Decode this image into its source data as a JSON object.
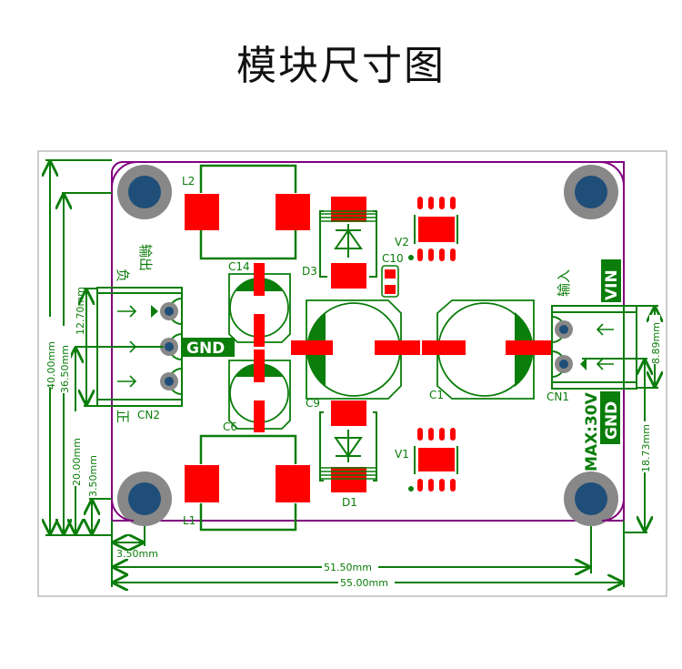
{
  "title": "模块尺寸图",
  "colors": {
    "silkscreen": "#0a7d0a",
    "pad": "#ff0000",
    "outline": "#800080",
    "hole_ring": "#888888",
    "hole_center": "#1f4e79",
    "frame": "#bbbbbb"
  },
  "board": {
    "width_mm": 55.0,
    "height_mm": 40.0
  },
  "dimensions": {
    "total_height": "40.00mm",
    "hole_to_hole_v": "36.50mm",
    "gnd_height": "20.00mm",
    "hole_offset_v": "3.50mm",
    "cn2_span": "12.70mm",
    "cn1_pitch": "8.89mm",
    "cn1_height": "18.73mm",
    "hole_offset_h": "3.50mm",
    "hole_to_hole_h": "51.50mm",
    "total_width": "55.00mm"
  },
  "components": {
    "L1": "L1",
    "L2": "L2",
    "C1": "C1",
    "C6": "C6",
    "C9": "C9",
    "C10": "C10",
    "C14": "C14",
    "D1": "D1",
    "D3": "D3",
    "V1": "V1",
    "V2": "V2",
    "CN1": "CN1",
    "CN2": "CN2"
  },
  "markings": {
    "gnd_out": "GND",
    "vin": "VIN",
    "gnd_in": "GND",
    "max_voltage": "MAX:30V",
    "output_label": "输出",
    "negative": "负",
    "positive": "正",
    "input_label": "输入"
  }
}
